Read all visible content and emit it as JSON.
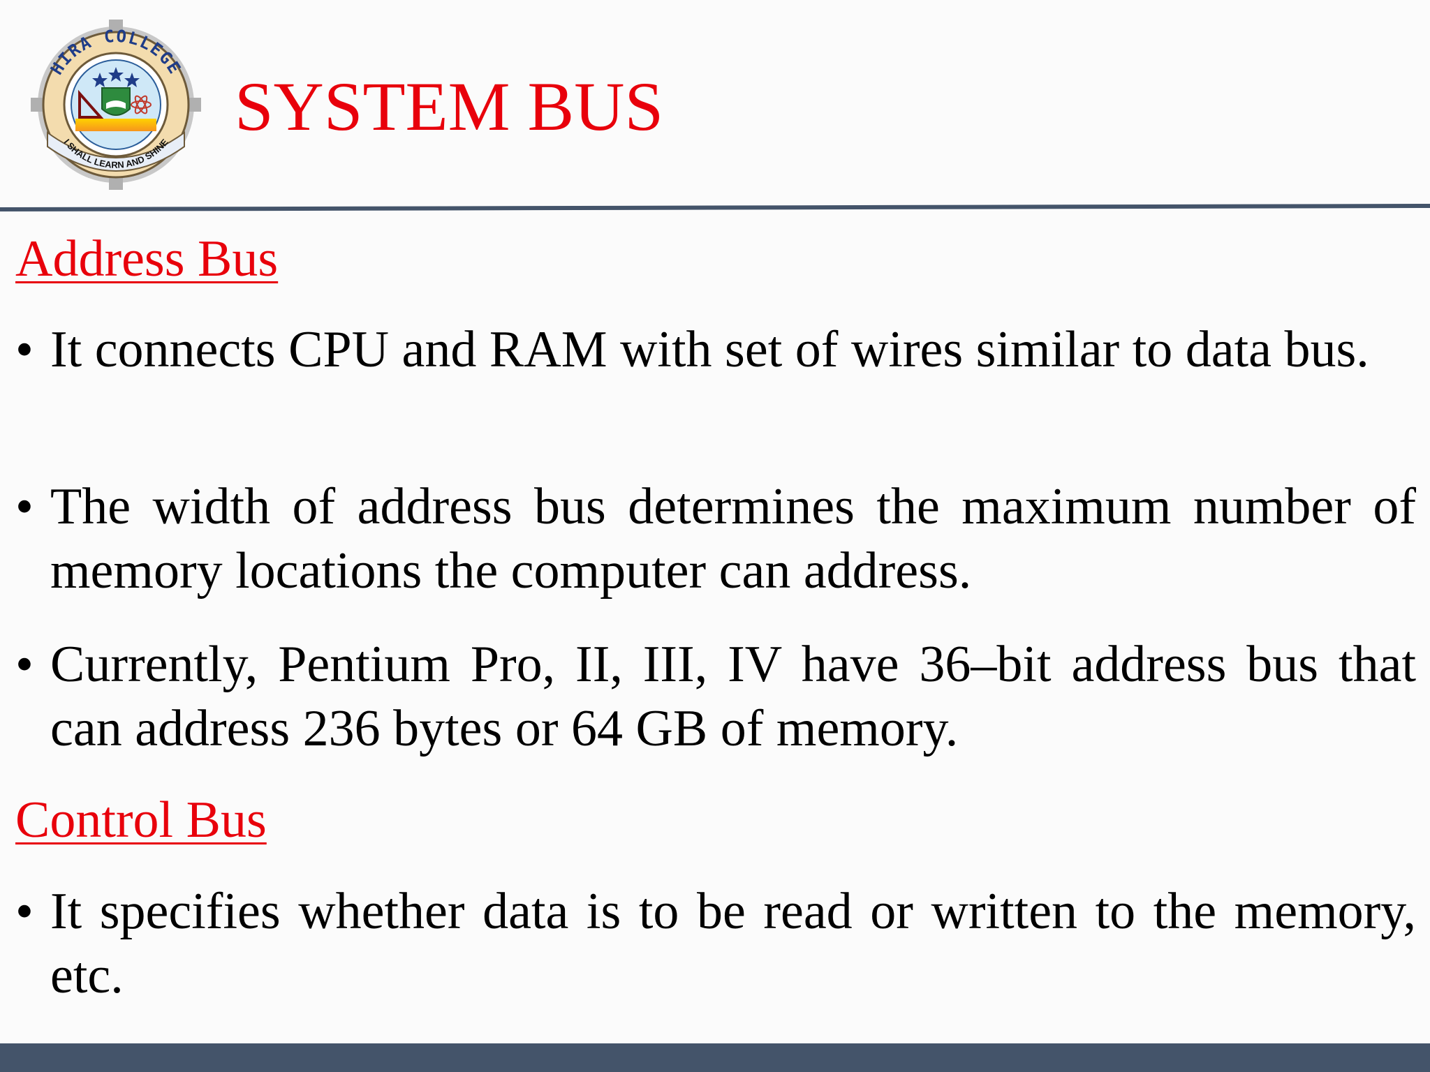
{
  "logo": {
    "top_text": "HIRA COLLEGE",
    "motto": "I SHALL LEARN AND SHINE"
  },
  "title": "SYSTEM BUS",
  "sections": [
    {
      "heading": "Address Bus",
      "bullets": [
        "It connects CPU and RAM with set of wires similar to data bus.",
        "The width of address bus determines the maximum number of memory locations the computer can address.",
        "Currently, Pentium Pro, II, III, IV have 36–bit address bus that can address 236 bytes or 64 GB of memory."
      ]
    },
    {
      "heading": "Control Bus",
      "bullets": [
        "It specifies whether data is to be read or written to the memory, etc."
      ]
    }
  ],
  "bullet_glyph": "•",
  "colors": {
    "title": "#e8000b",
    "heading": "#e8000b",
    "rule": "#44546a",
    "footer": "#44546a"
  }
}
